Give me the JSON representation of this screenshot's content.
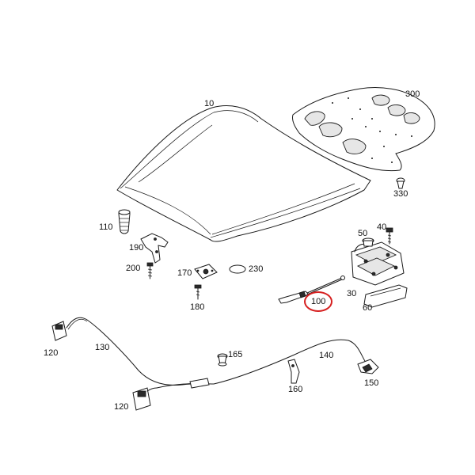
{
  "diagram": {
    "highlight_color": "#d62020",
    "highlighted_part": "100",
    "labels": {
      "p10": "10",
      "p300": "300",
      "p330": "330",
      "p110": "110",
      "p190": "190",
      "p200": "200",
      "p170": "170",
      "p180": "180",
      "p230": "230",
      "p50": "50",
      "p40": "40",
      "p30": "30",
      "p100": "100",
      "p60": "60",
      "p120a": "120",
      "p130": "130",
      "p165": "165",
      "p140": "140",
      "p160": "160",
      "p150": "150",
      "p120b": "120"
    }
  }
}
